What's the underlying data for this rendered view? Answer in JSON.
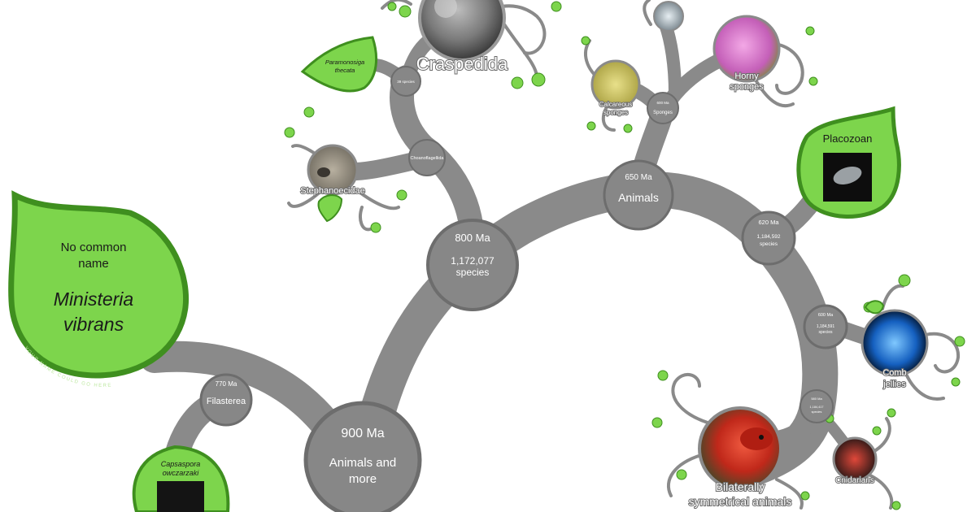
{
  "nodes": {
    "filasterea": {
      "age": "770 Ma",
      "name": "Filasterea"
    },
    "animals_and_more": {
      "age": "900 Ma",
      "name_line1": "Animals and",
      "name_line2": "more"
    },
    "n800": {
      "age": "800 Ma",
      "species_count": "1,172,077",
      "species_word": "species"
    },
    "choanoflagellida": {
      "name": "Choanoflagellida"
    },
    "n39": {
      "species_text": "39 species"
    },
    "animals": {
      "age": "650 Ma",
      "name": "Animals"
    },
    "sponges": {
      "age": "600 Ma",
      "name": "Sponges"
    },
    "n620": {
      "age": "620 Ma",
      "species_count": "1,184,592",
      "species_word": "species"
    },
    "n600": {
      "age": "600 Ma",
      "species_count": "1,184,591",
      "species_word": "species"
    },
    "n580": {
      "age": "580 Ma",
      "species_count": "1,184,417",
      "species_word": "species"
    }
  },
  "photo_nodes": {
    "craspedida": "Craspedida",
    "stephanoecidae": "Stephanoecidae",
    "calcareous_line1": "Calcareous",
    "calcareous_line2": "sponges",
    "horny_line1": "Horny",
    "horny_line2": "sponges",
    "comb_line1": "Comb",
    "comb_line2": "jellies",
    "bilateral_line1": "Bilaterally",
    "bilateral_line2": "symmetrical animals",
    "cnidarians": "Cnidarians"
  },
  "leaves": {
    "ministeria": {
      "common_line1": "No common",
      "common_line2": "name",
      "sci_line1": "Ministeria",
      "sci_line2": "vibrans",
      "edge_text": "YOUR NAME COULD GO HERE"
    },
    "paramonosiga": {
      "line1": "Paramonosiga",
      "line2": "thecata"
    },
    "placozoan": {
      "name": "Placozoan"
    },
    "capsaspora": {
      "line1": "Capsaspora",
      "line2": "owczarzaki"
    }
  },
  "colors": {
    "branch": "#8a8a8a",
    "node": "#878787",
    "leaf": "#7dd54c",
    "leaf_border": "#3f8f1f",
    "label": "#ffffff"
  }
}
